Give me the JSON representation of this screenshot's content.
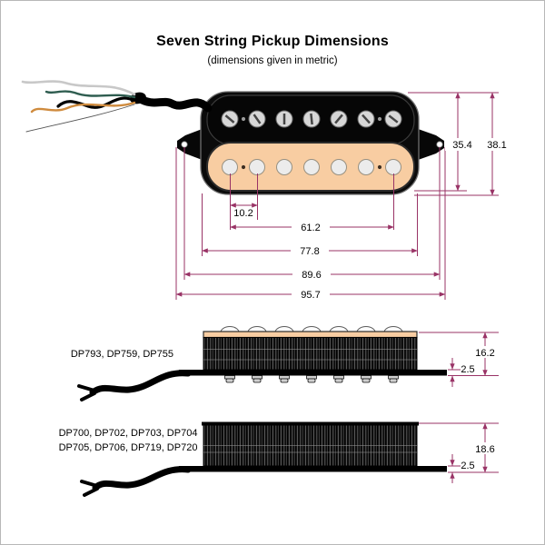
{
  "title": "Seven String Pickup Dimensions",
  "subtitle": "(dimensions given in metric)",
  "colors": {
    "dimension_line": "#993366",
    "bobbin_cream": "#f8cda2",
    "body_black": "#0b0b0b",
    "pole_metal": "#dedede",
    "wire_white": "#c8c8c8",
    "wire_green": "#2f5d50",
    "wire_black": "#000000",
    "wire_orange": "#cf8b3e",
    "wire_bare": "#555555"
  },
  "top_view": {
    "dimensions": {
      "pole_spacing": "10.2",
      "pole_span": "61.2",
      "body_width": "77.8",
      "mount_hole_span": "89.6",
      "total_width": "95.7",
      "bobbin_height": "35.4",
      "overall_height": "38.1"
    }
  },
  "side_views": [
    {
      "models": "DP793, DP759, DP755",
      "height": "16.2",
      "base_thickness": "2.5"
    },
    {
      "models": "DP700, DP702, DP703, DP704",
      "models_line2": "DP705, DP706, DP719, DP720",
      "height": "18.6",
      "base_thickness": "2.5"
    }
  ]
}
